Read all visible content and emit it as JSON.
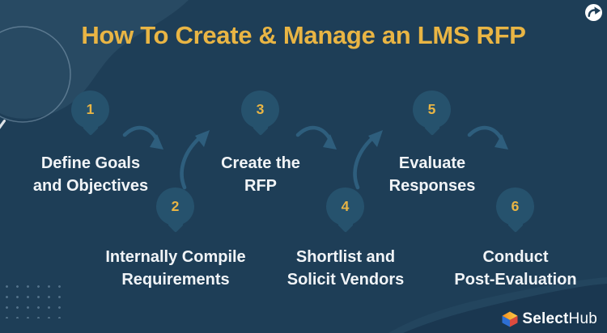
{
  "header": {
    "title": "How To Create & Manage an LMS RFP"
  },
  "share": {
    "icon": "share-arrow"
  },
  "steps": [
    {
      "number": "1",
      "line1": "Define Goals",
      "line2": "and Objectives"
    },
    {
      "number": "2",
      "line1": "Internally Compile",
      "line2": "Requirements"
    },
    {
      "number": "3",
      "line1": "Create the",
      "line2": "RFP"
    },
    {
      "number": "4",
      "line1": "Shortlist and",
      "line2": "Solicit Vendors"
    },
    {
      "number": "5",
      "line1": "Evaluate",
      "line2": "Responses"
    },
    {
      "number": "6",
      "line1": "Conduct",
      "line2": "Post-Evaluation"
    }
  ],
  "footer": {
    "logo_part1": "Select",
    "logo_part2": "Hub"
  },
  "colors": {
    "background": "#1E3E57",
    "accent_gold": "#E9B544",
    "pin_fill": "#26526D",
    "arrow": "#2E5E7D",
    "label_text": "#F1F4F7",
    "footer_dark": "#1A3750",
    "cube_blue": "#2E6FD4",
    "cube_red": "#DD4B3E",
    "cube_orange": "#F08A1D"
  }
}
